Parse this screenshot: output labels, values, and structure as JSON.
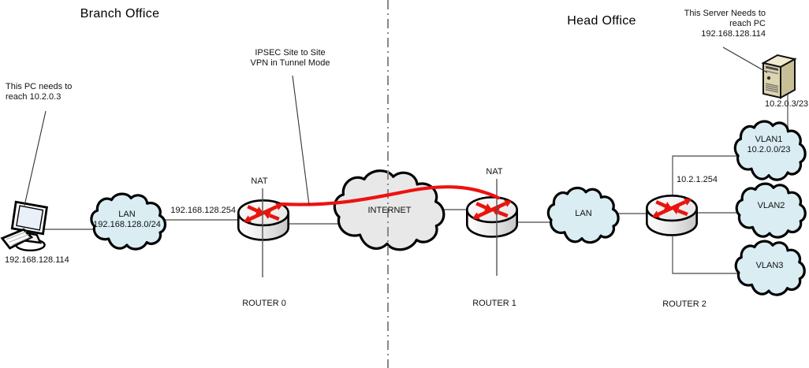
{
  "titles": {
    "branch_office": "Branch Office",
    "head_office": "Head Office"
  },
  "notes": {
    "pc": {
      "line1": "This PC needs to",
      "line2": "reach 10.2.0.3"
    },
    "ipsec": {
      "line1": "IPSEC Site to Site",
      "line2": "VPN in Tunnel Mode"
    },
    "server": {
      "line1": "This Server Needs to",
      "line2": "reach PC",
      "line3": "192.168.128.114"
    }
  },
  "devices": {
    "pc": {
      "ip": "192.168.128.114"
    },
    "router0": {
      "label": "ROUTER 0",
      "nat": "NAT",
      "wan_ip": "192.168.128.254"
    },
    "router1": {
      "label": "ROUTER 1",
      "nat": "NAT"
    },
    "router2": {
      "label": "ROUTER 2",
      "ip": "10.2.1.254"
    },
    "server": {
      "ip": "10.2.0.3/23"
    }
  },
  "clouds": {
    "branch_lan": {
      "name": "LAN",
      "subnet": "192.168.128.0/24"
    },
    "internet": {
      "name": "INTERNET"
    },
    "head_lan": {
      "name": "LAN"
    },
    "vlan1": {
      "name": "VLAN1",
      "subnet": "10.2.0.0/23"
    },
    "vlan2": {
      "name": "VLAN2"
    },
    "vlan3": {
      "name": "VLAN3"
    }
  },
  "colors": {
    "lan_cloud_fill": "#d9edf3",
    "internet_cloud_fill": "#e8e8e8",
    "vpn_tunnel_red": "#ee1111",
    "router_arrow_red": "#e8140c",
    "server_body_tan": "#ddd5ae",
    "divider_gray": "#888888",
    "link_gray": "#666666"
  }
}
